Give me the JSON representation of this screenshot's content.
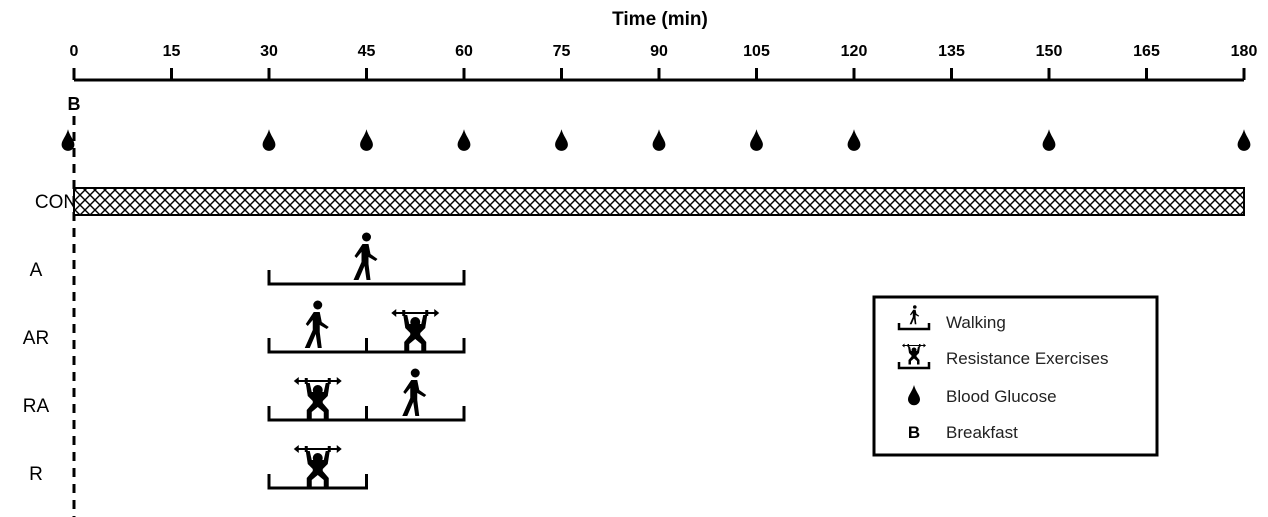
{
  "axis": {
    "title": "Time (min)",
    "ticks": [
      0,
      15,
      30,
      45,
      60,
      75,
      90,
      105,
      120,
      135,
      150,
      165,
      180
    ],
    "range": [
      0,
      180
    ]
  },
  "breakfast": {
    "label": "B",
    "time": 0
  },
  "blood_glucose_times": [
    0,
    30,
    45,
    60,
    75,
    90,
    105,
    120,
    150,
    180
  ],
  "conditions": [
    {
      "label": "CON",
      "segments": [
        {
          "type": "sitting",
          "start": 0,
          "end": 180
        }
      ]
    },
    {
      "label": "A",
      "segments": [
        {
          "type": "walking",
          "start": 30,
          "end": 60
        }
      ]
    },
    {
      "label": "AR",
      "segments": [
        {
          "type": "walking",
          "start": 30,
          "end": 45
        },
        {
          "type": "resistance",
          "start": 45,
          "end": 60
        }
      ]
    },
    {
      "label": "RA",
      "segments": [
        {
          "type": "resistance",
          "start": 30,
          "end": 45
        },
        {
          "type": "walking",
          "start": 45,
          "end": 60
        }
      ]
    },
    {
      "label": "R",
      "segments": [
        {
          "type": "resistance",
          "start": 30,
          "end": 45
        }
      ]
    }
  ],
  "legend": {
    "items": [
      {
        "icon": "walking-icon",
        "label": "Walking"
      },
      {
        "icon": "resistance-icon",
        "label": "Resistance Exercises"
      },
      {
        "icon": "drop-icon",
        "label": "Blood Glucose"
      },
      {
        "icon": "B",
        "label": "Breakfast"
      }
    ]
  },
  "colors": {
    "ink": "#000000",
    "background": "#ffffff"
  }
}
